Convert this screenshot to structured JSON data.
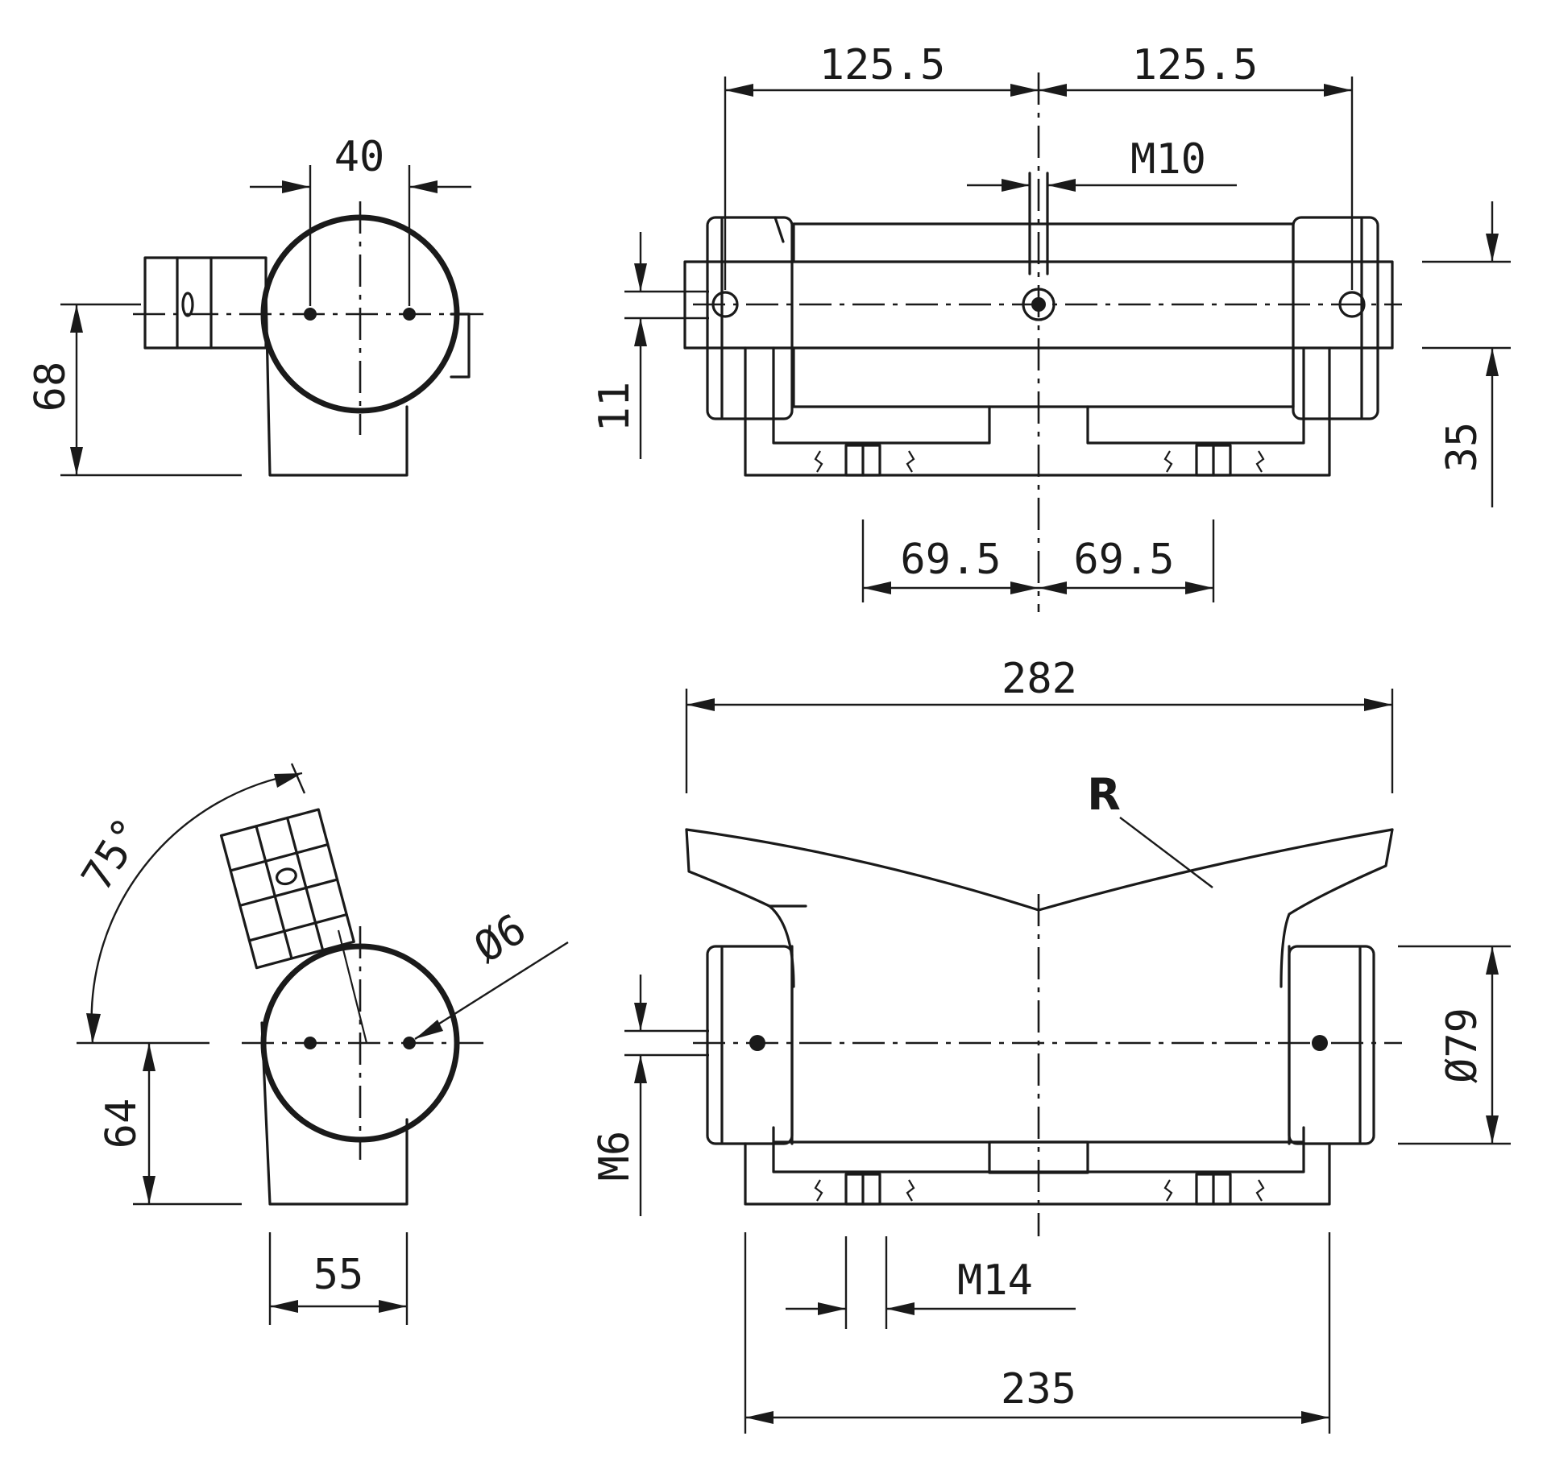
{
  "top_left_view": {
    "dim_width": "40",
    "dim_height": "68"
  },
  "top_right_view": {
    "dim_left_half": "125.5",
    "dim_right_half": "125.5",
    "dim_thread": "M10",
    "dim_left_height": "11",
    "dim_right_height": "35",
    "dim_bottom_left": "69.5",
    "dim_bottom_right": "69.5"
  },
  "bottom_left_view": {
    "dim_angle": "75°",
    "dim_hole": "Ø6",
    "dim_height": "64",
    "dim_width": "55"
  },
  "bottom_right_view": {
    "dim_overall": "282",
    "dim_radius": "R",
    "dim_diameter": "Ø79",
    "dim_thread_side": "M6",
    "dim_thread_bottom": "M14",
    "dim_base": "235"
  }
}
